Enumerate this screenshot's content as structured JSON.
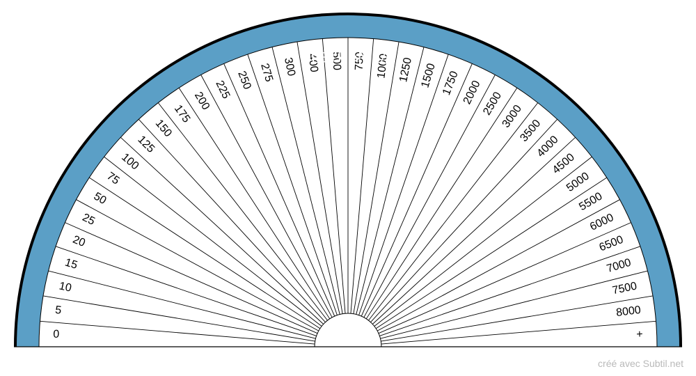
{
  "title": "DÉBIT EN L/H",
  "footer": "créé avec Subtil.net",
  "colors": {
    "band": "#5b9fc6",
    "outline": "#000000",
    "background": "#ffffff",
    "title_text": "#ffffff",
    "footer_text": "#b9b9b9"
  },
  "segments": [
    "0",
    "5",
    "10",
    "15",
    "20",
    "25",
    "50",
    "75",
    "100",
    "125",
    "150",
    "175",
    "200",
    "225",
    "250",
    "275",
    "300",
    "400",
    "500",
    "750",
    "1000",
    "1250",
    "1500",
    "1750",
    "2000",
    "2500",
    "3000",
    "3500",
    "4000",
    "4500",
    "5000",
    "5500",
    "6000",
    "6500",
    "7000",
    "7500",
    "8000",
    "+"
  ]
}
